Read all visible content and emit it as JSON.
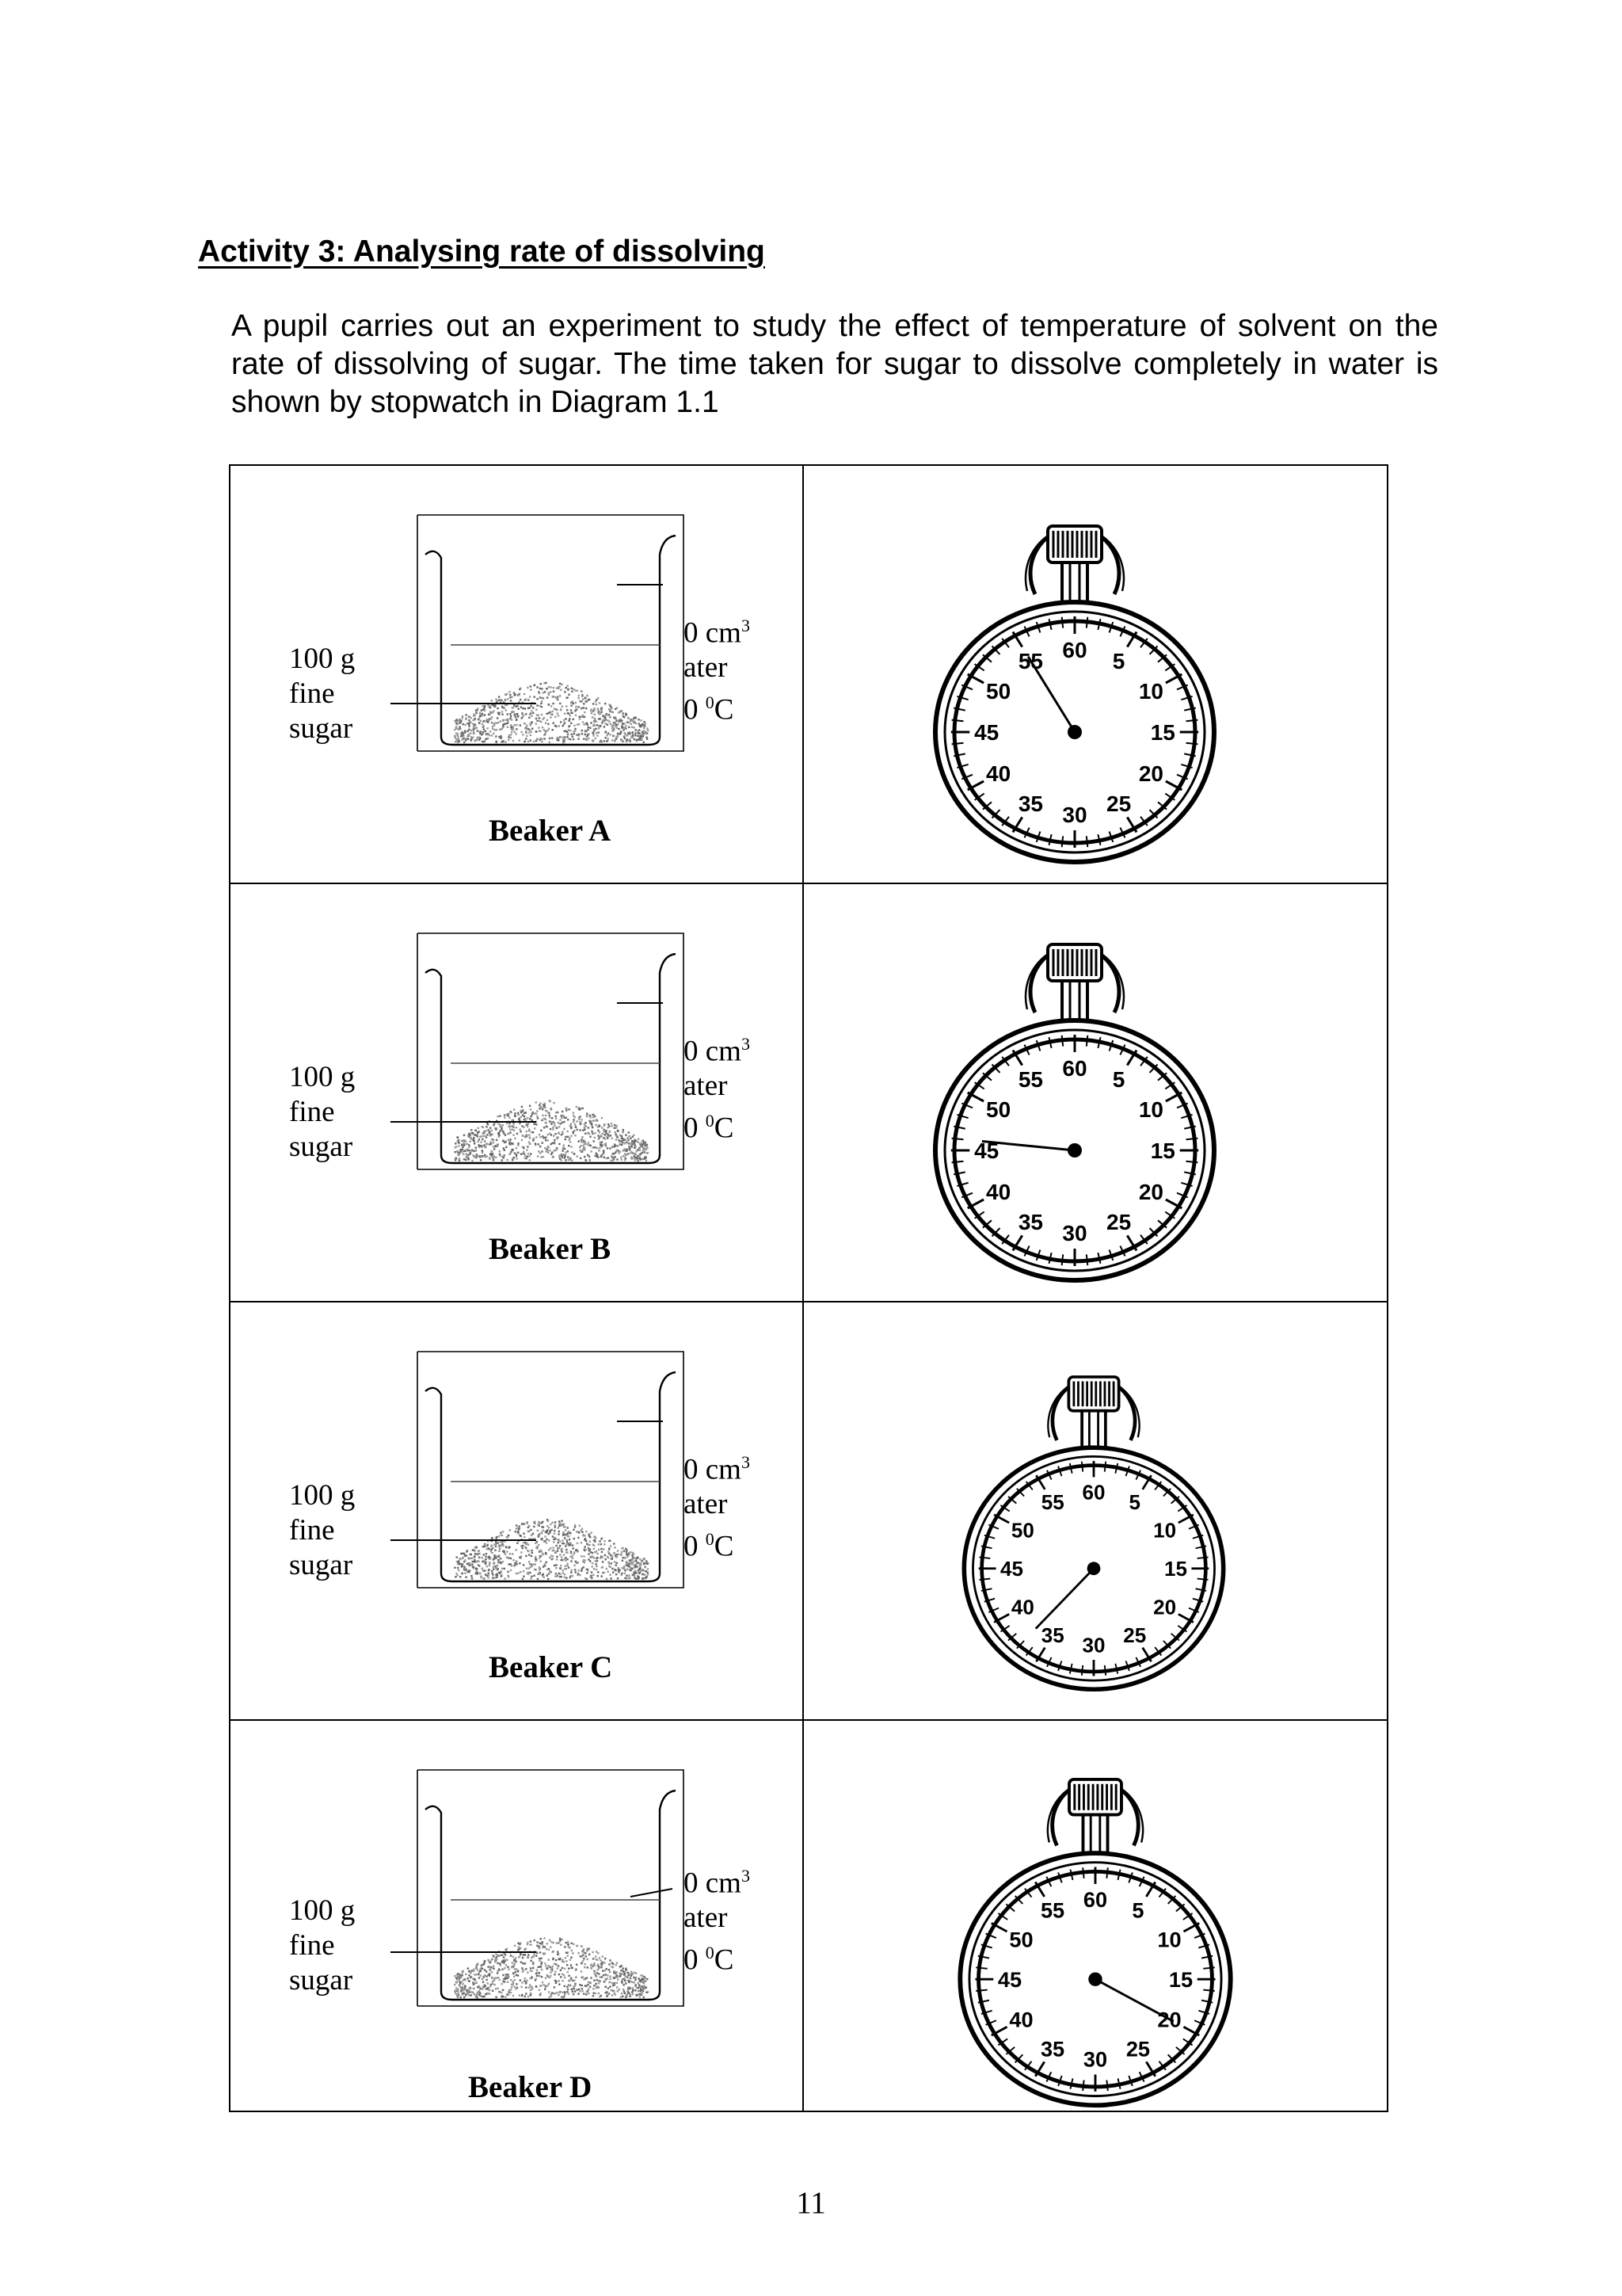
{
  "heading": "Activity 3: Analysing rate of dissolving",
  "intro": "A pupil carries out an experiment to study the effect of temperature of solvent  on the rate of dissolving of sugar. The time taken for sugar to dissolve completely in water is shown by stopwatch in Diagram 1.1",
  "rows": [
    {
      "sugar_label": [
        "100 g",
        "fine",
        "sugar"
      ],
      "water_label": [
        "0 cm",
        "3",
        "ater",
        "0 ",
        "0",
        "C"
      ],
      "beaker_name": "Beaker A",
      "stopwatch_seconds": 55
    },
    {
      "sugar_label": [
        "100 g",
        "fine",
        "sugar"
      ],
      "water_label": [
        "0 cm",
        "3",
        "ater",
        "0 ",
        "0",
        "C"
      ],
      "beaker_name": "Beaker B",
      "stopwatch_seconds": 46
    },
    {
      "sugar_label": [
        "100 g",
        "fine",
        "sugar"
      ],
      "water_label": [
        "0 cm",
        "3",
        "ater",
        "0 ",
        "0",
        "C"
      ],
      "beaker_name": "Beaker C",
      "stopwatch_seconds": 37
    },
    {
      "sugar_label": [
        "100 g",
        "fine",
        "sugar"
      ],
      "water_label": [
        "0 cm",
        "3",
        "ater",
        "0 ",
        "0",
        "C"
      ],
      "beaker_name": "Beaker D",
      "stopwatch_seconds": 20
    }
  ],
  "dial_numbers": [
    "60",
    "5",
    "10",
    "15",
    "20",
    "25",
    "30",
    "35",
    "40",
    "45",
    "50",
    "55"
  ],
  "page_number": "11"
}
